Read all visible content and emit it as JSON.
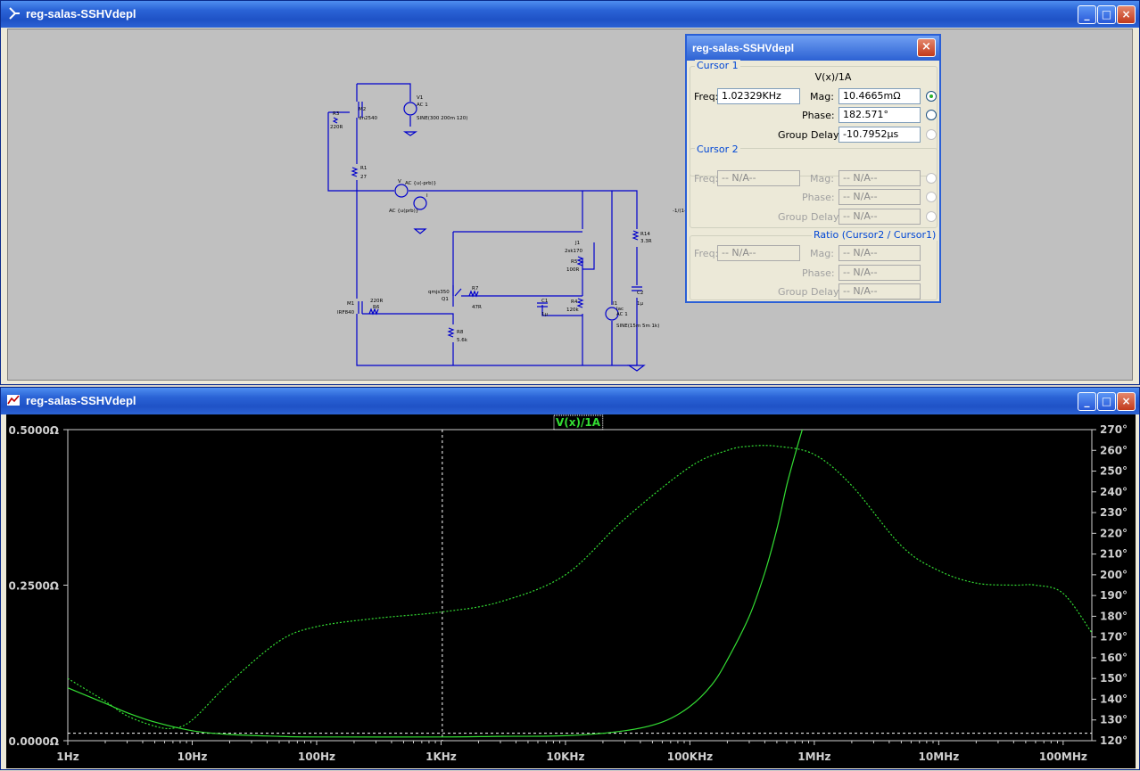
{
  "schematic_window": {
    "title": "reg-salas-SSHVdepl",
    "controls": {
      "minimize": "_",
      "maximize": "□",
      "close": "×"
    }
  },
  "schematic": {
    "labels": {
      "r3": "R3",
      "r3_val": "220R",
      "m2": "M2",
      "m2_val": "dn2540",
      "v1": "V1",
      "v1_ac": "AC 1",
      "v1_sine": "SINE(300 200m 120)",
      "r1": "R1",
      "r1_val": "27",
      "vprb": "V",
      "vprb_ac": "AC {u(-prb)}",
      "i_prb": "I",
      "i_prb_ac": "AC {u(prb)}",
      "node": "-1/(1-",
      "r14": "R14",
      "r14_val": "3.3R",
      "j1": "J1",
      "j1_val": "2sk170",
      "r5": "R5",
      "r5_val": "100R",
      "q1_type": "qmjs350",
      "q1": "Q1",
      "r7": "R7",
      "r7_val": "47R",
      "c1": "C1",
      "c1_val": "1µ",
      "r4": "R4",
      "r4_val": "120k",
      "i1": "I1",
      "i1_src": "Iac",
      "i1_ac": "AC 1",
      "i1_sine": "SINE(15m 5m 1k)",
      "c2": "C2",
      "c2_val": "1µ",
      "m1": "M1",
      "m1_val": "IRF840",
      "r6": "R6",
      "r6_val": "220R",
      "r8": "R8",
      "r8_val": "5.6k"
    }
  },
  "cursor_dialog": {
    "title": "reg-salas-SSHVdepl",
    "close": "×",
    "cursor1": {
      "group_label": "Cursor 1",
      "trace": "V(x)/1A",
      "freq_label": "Freq:",
      "freq": "1.02329KHz",
      "mag_label": "Mag:",
      "mag": "10.4665mΩ",
      "phase_label": "Phase:",
      "phase": "182.571°",
      "gd_label": "Group Delay:",
      "gd": "-10.7952µs"
    },
    "cursor2": {
      "group_label": "Cursor 2",
      "freq_label": "Freq:",
      "freq": "-- N/A--",
      "mag_label": "Mag:",
      "mag": "-- N/A--",
      "phase_label": "Phase:",
      "phase": "-- N/A--",
      "gd_label": "Group Delay:",
      "gd": "-- N/A--"
    },
    "ratio": {
      "group_label": "Ratio (Cursor2 / Cursor1)",
      "freq_label": "Freq:",
      "freq": "-- N/A--",
      "mag_label": "Mag:",
      "mag": "-- N/A--",
      "phase_label": "Phase:",
      "phase": "-- N/A--",
      "gd_label": "Group Delay:",
      "gd": "-- N/A--"
    }
  },
  "plot_window": {
    "title": "reg-salas-SSHVdepl",
    "controls": {
      "minimize": "_",
      "maximize": "□",
      "close": "×"
    }
  },
  "colors": {
    "trace": "#33dd33",
    "plot_bg": "#000000",
    "axis": "#d0d0d0",
    "grid_cursor": "#ffffff"
  },
  "chart_data": {
    "type": "line",
    "title": "V(x)/1A",
    "x_scale": "log",
    "xlim": [
      1,
      170000000
    ],
    "x_ticks": [
      1,
      10,
      100,
      1000,
      10000,
      100000,
      1000000,
      10000000,
      100000000
    ],
    "x_tick_labels": [
      "1Hz",
      "10Hz",
      "100Hz",
      "1KHz",
      "10KHz",
      "100KHz",
      "1MHz",
      "10MHz",
      "100MHz"
    ],
    "left_axis": {
      "unit": "Ω",
      "ylim": [
        0,
        0.5
      ],
      "ticks": [
        0,
        0.25,
        0.5
      ],
      "tick_labels": [
        "0.0000Ω",
        "0.2500Ω",
        "0.5000Ω"
      ]
    },
    "right_axis": {
      "unit": "°",
      "ylim": [
        120,
        270
      ],
      "ticks": [
        120,
        130,
        140,
        150,
        160,
        170,
        180,
        190,
        200,
        210,
        220,
        230,
        240,
        250,
        260,
        270
      ],
      "tick_labels": [
        "120°",
        "130°",
        "140°",
        "150°",
        "160°",
        "170°",
        "180°",
        "190°",
        "200°",
        "210°",
        "220°",
        "230°",
        "240°",
        "250°",
        "260°",
        "270°"
      ]
    },
    "cursor_x": 1023.29,
    "series": [
      {
        "name": "V(x)/1A",
        "style": "solid",
        "axis": "left",
        "x": [
          1,
          2,
          3,
          5,
          10,
          20,
          50,
          100,
          1000,
          3000,
          10000,
          30000,
          60000,
          100000,
          150000,
          200000,
          300000,
          400000,
          500000,
          600000,
          700000,
          800000
        ],
        "values": [
          0.085,
          0.06,
          0.045,
          0.03,
          0.016,
          0.01,
          0.007,
          0.006,
          0.006,
          0.007,
          0.008,
          0.016,
          0.03,
          0.055,
          0.09,
          0.13,
          0.2,
          0.27,
          0.34,
          0.41,
          0.46,
          0.5
        ]
      },
      {
        "name": "V(x)/1A",
        "style": "dashed",
        "axis": "right",
        "x": [
          1,
          2,
          3,
          5,
          7,
          10,
          20,
          50,
          100,
          300,
          1000,
          3000,
          10000,
          30000,
          100000,
          200000,
          300000,
          500000,
          1000000,
          2000000,
          5000000,
          10000000,
          20000000,
          40000000,
          60000000,
          100000000,
          170000000
        ],
        "values": [
          150,
          139,
          132,
          127,
          126,
          130,
          148,
          168,
          175,
          179,
          182,
          187,
          200,
          227,
          252,
          260,
          262,
          262,
          258,
          243,
          214,
          202,
          196,
          195,
          195,
          191,
          172
        ]
      }
    ]
  }
}
